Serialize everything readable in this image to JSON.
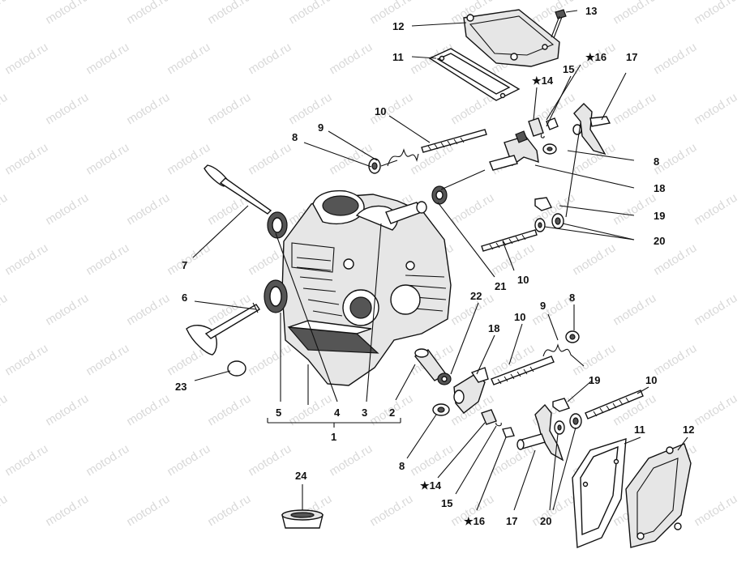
{
  "watermark": "motod.ru",
  "labels": {
    "l1": "1",
    "l2": "2",
    "l3": "3",
    "l4": "4",
    "l5": "5",
    "l6": "6",
    "l7": "7",
    "l8a": "8",
    "l8b": "8",
    "l8c": "8",
    "l8d": "8",
    "l9a": "9",
    "l9b": "9",
    "l10a": "10",
    "l10b": "10",
    "l10c": "10",
    "l10d": "10",
    "l11a": "11",
    "l11b": "11",
    "l12a": "12",
    "l12b": "12",
    "l13": "13",
    "l14a": "★14",
    "l14b": "★14",
    "l15a": "15",
    "l15b": "15",
    "l16a": "★16",
    "l16b": "★16",
    "l17a": "17",
    "l17b": "17",
    "l18a": "18",
    "l18b": "18",
    "l19a": "19",
    "l19b": "19",
    "l20a": "20",
    "l20b": "20",
    "l21": "21",
    "l22": "22",
    "l23": "23",
    "l24": "24"
  }
}
